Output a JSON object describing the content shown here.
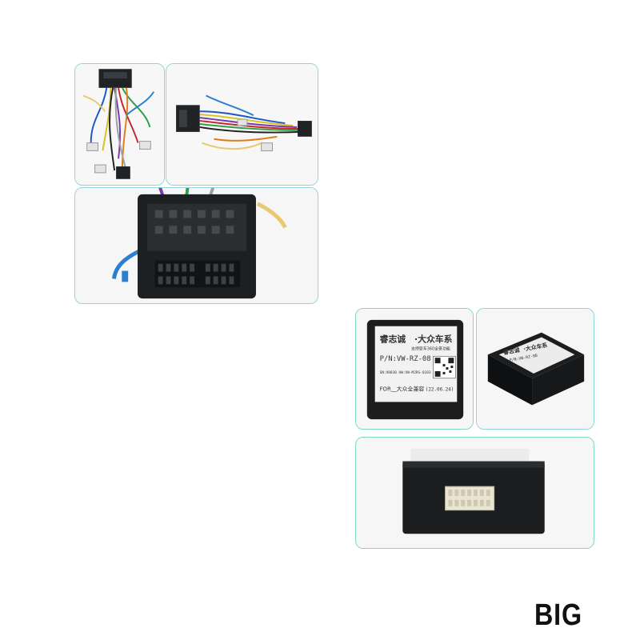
{
  "corner_label": "BIG",
  "module_label": {
    "brand": "睿志诚",
    "series": "·大众车系",
    "subtitle": "支持原车360全景功能",
    "part_number": "P/N:VW-RZ-08",
    "serial": "SN:V0030 HW:VW-M2RS-0103",
    "for_line": "FOR__大众全兼容",
    "date": "(22.06.24)"
  },
  "colors": {
    "tile_border_blue": "#8fd3dc",
    "tile_border_green": "#7fd9b8",
    "housing": "#1d2022"
  }
}
